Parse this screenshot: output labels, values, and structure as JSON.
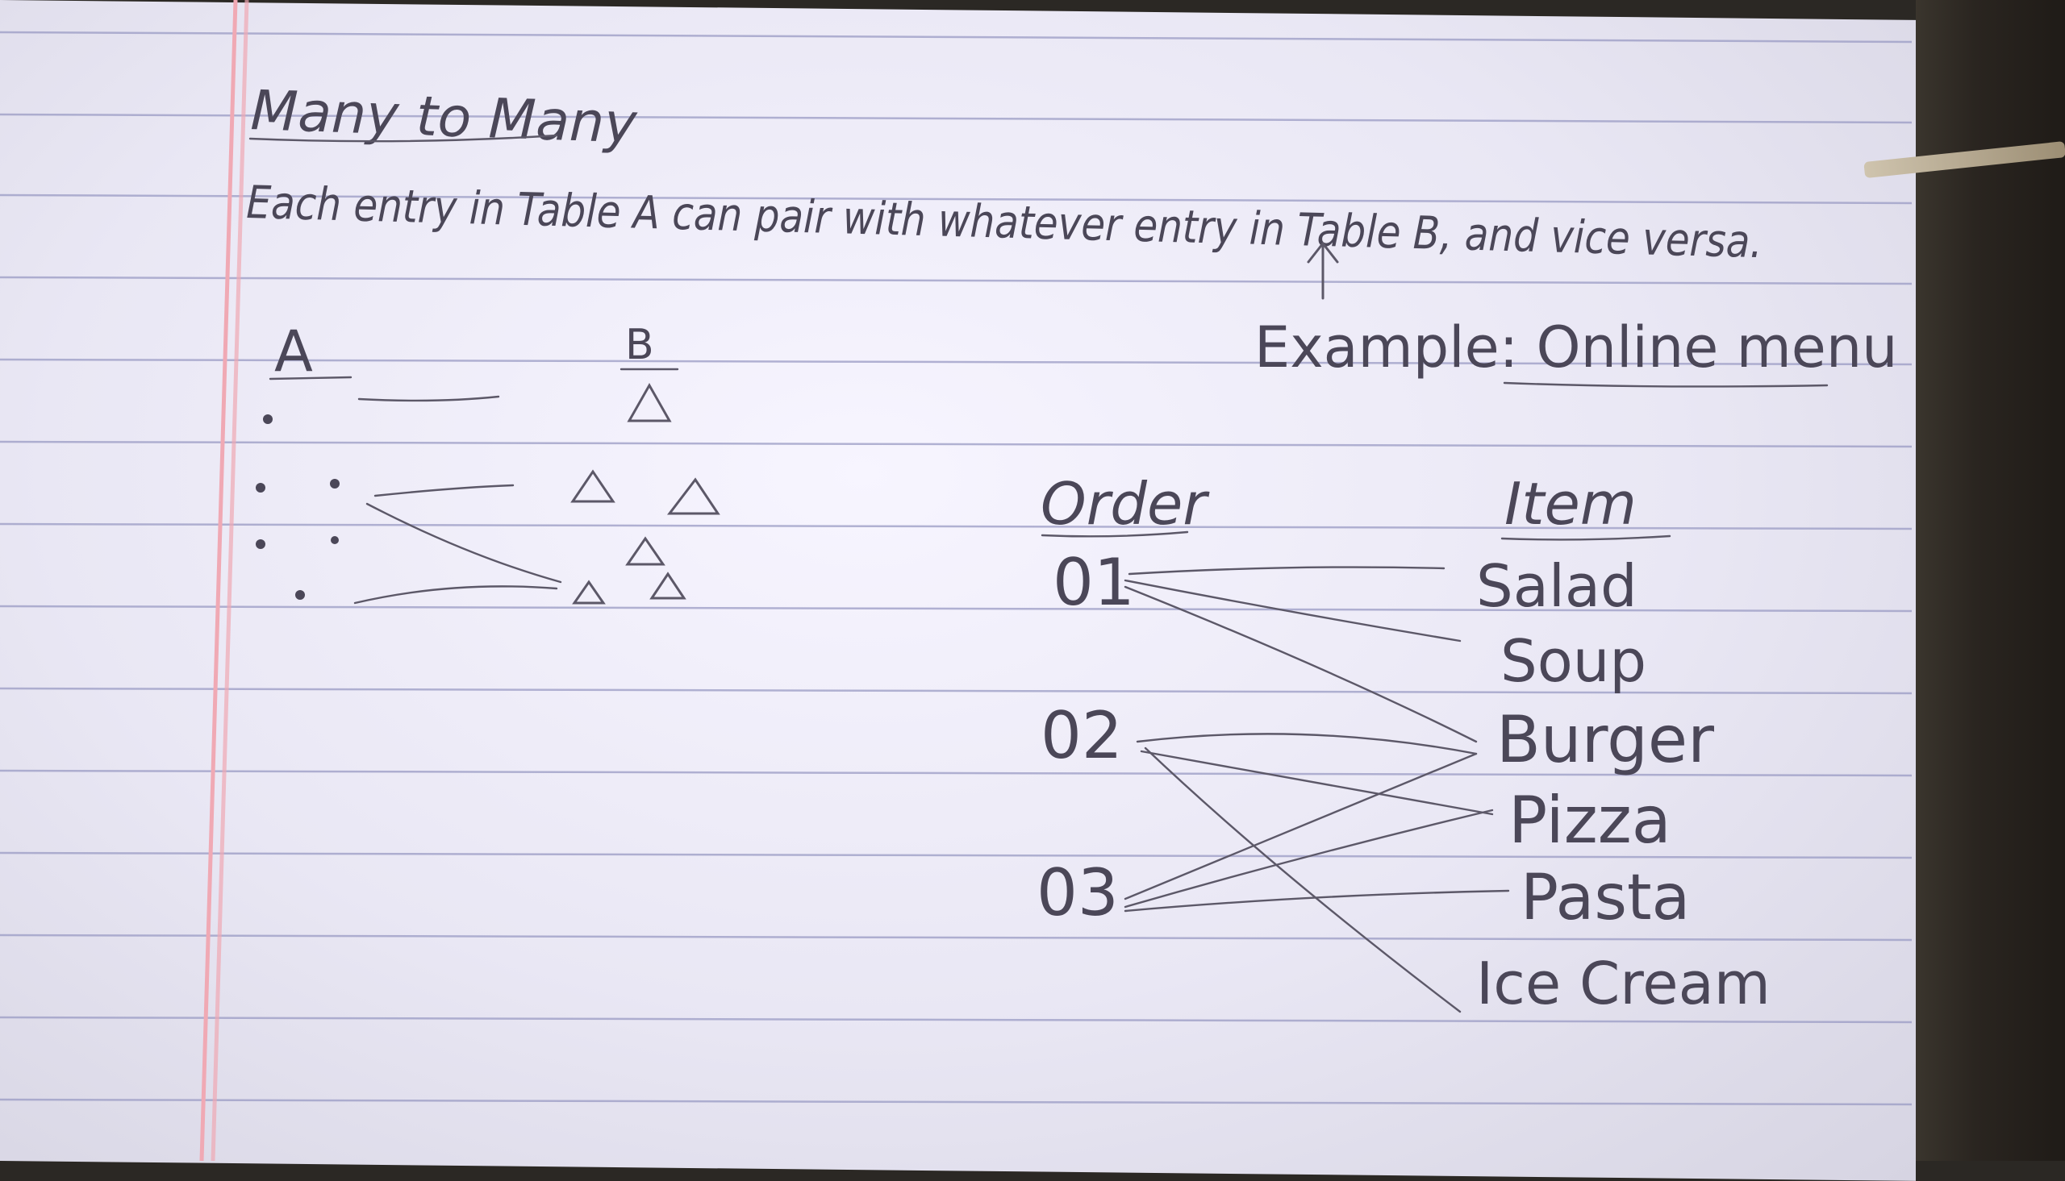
{
  "notes": {
    "heading": "Many to Many",
    "definition": "Each entry in Table A can pair with whatever entry in Table B, and vice versa.",
    "table_a_label": "A",
    "table_b_label": "B",
    "example_label": "Example: Online menu"
  },
  "example": {
    "order_header": "Order",
    "item_header": "Item",
    "orders": [
      "01",
      "02",
      "03"
    ],
    "items": [
      "Salad",
      "Soup",
      "Burger",
      "Pizza",
      "Pasta",
      "Ice Cream"
    ]
  },
  "colors": {
    "paper": "#eeedf7",
    "ruled_line": "#9a9bc4",
    "margin_line": "#f0a9b4",
    "pencil": "#5c5868",
    "desk": "#2b2824"
  }
}
